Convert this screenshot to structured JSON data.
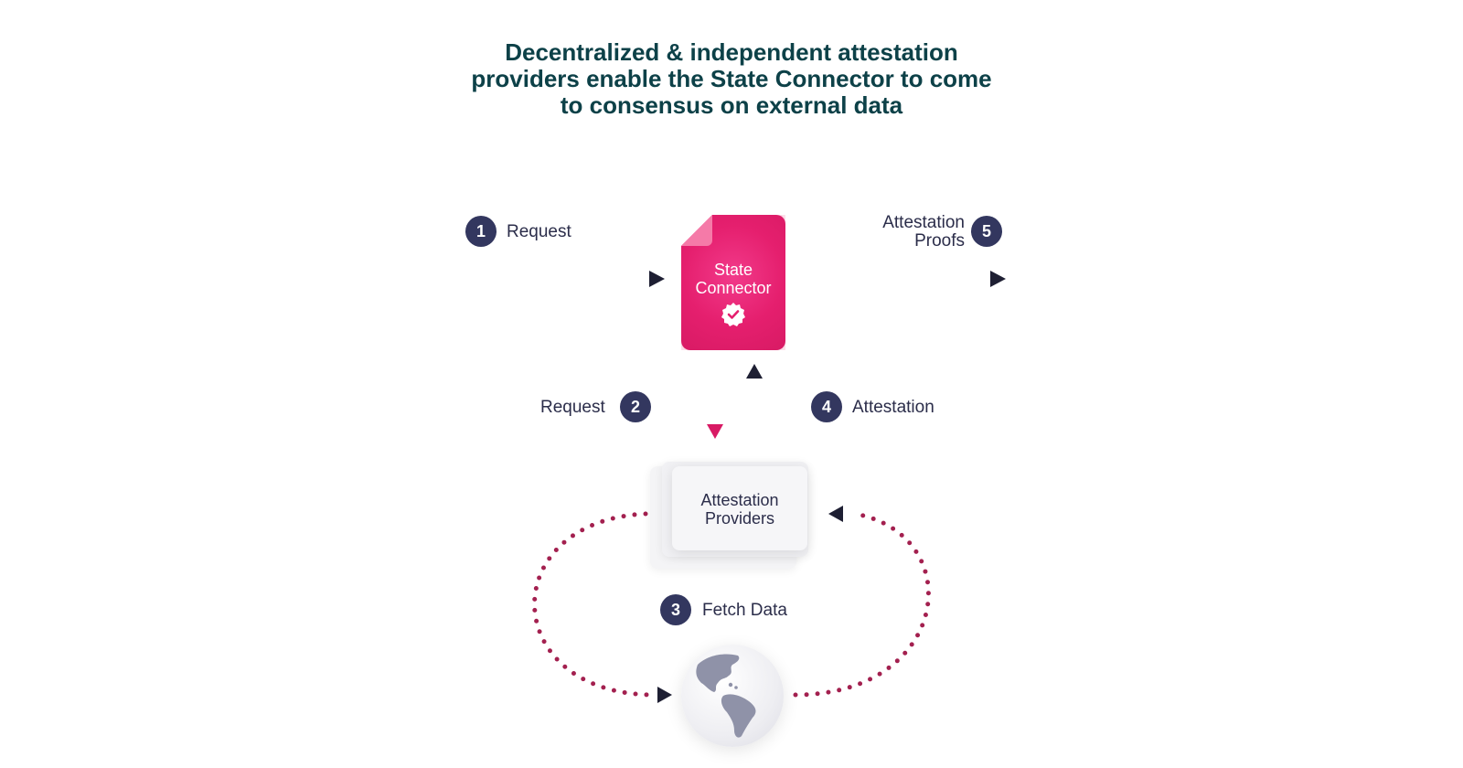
{
  "title": {
    "lines": [
      "Decentralized & independent attestation",
      "providers enable the State Connector to come",
      "to consensus on external data"
    ]
  },
  "steps": [
    {
      "number": "1",
      "label": "Request"
    },
    {
      "number": "2",
      "label": "Request"
    },
    {
      "number": "3",
      "label": "Fetch Data"
    },
    {
      "number": "4",
      "label": "Attestation"
    },
    {
      "number": "5",
      "label_lines": [
        "Attestation",
        "Proofs"
      ]
    }
  ],
  "nodes": {
    "state_connector": {
      "lines": [
        "State",
        "Connector"
      ],
      "icon": "verified-badge-icon"
    },
    "attestation_providers": {
      "lines": [
        "Attestation",
        "Providers"
      ]
    },
    "external_data": {
      "icon": "globe-icon"
    }
  },
  "colors": {
    "title": "#0d4148",
    "badge": "#33375f",
    "accent_pink": "#e51f6e",
    "arrow_dark": "#2b2d4a"
  }
}
